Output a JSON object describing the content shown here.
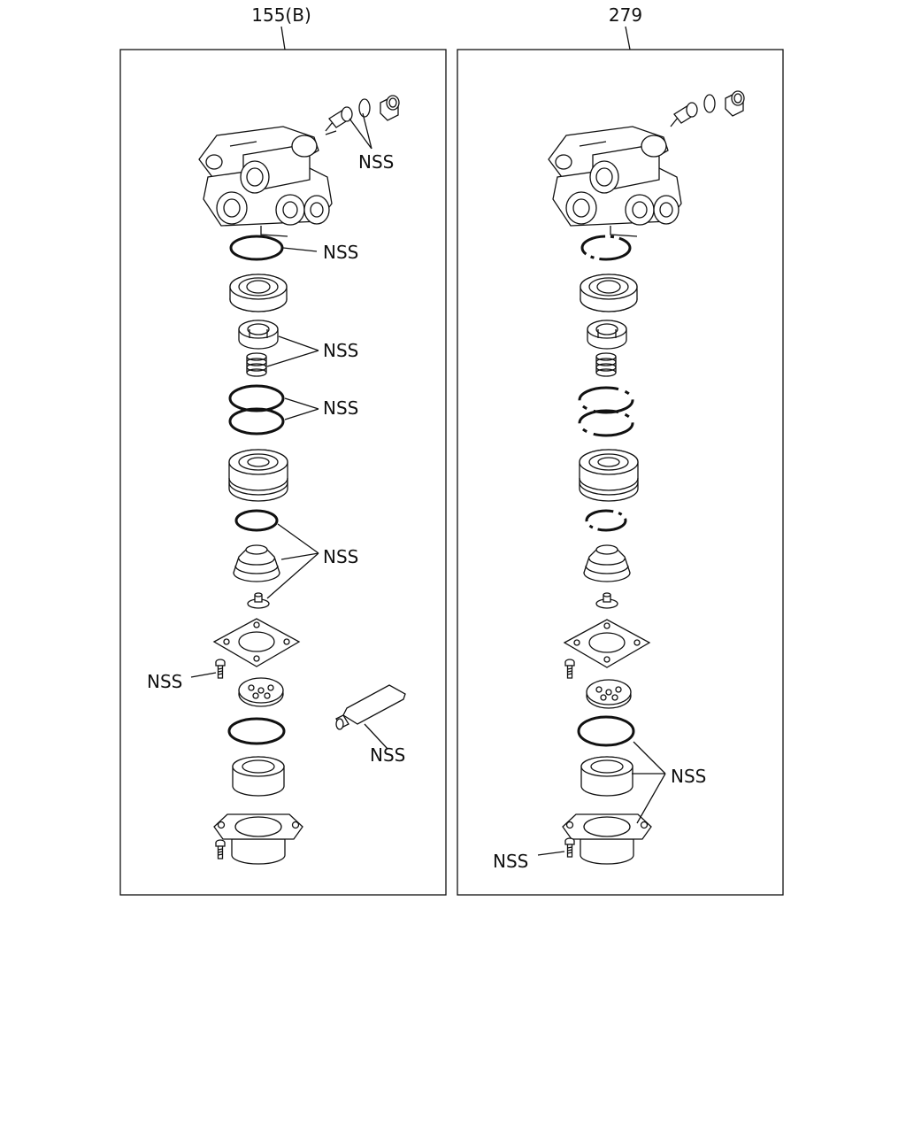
{
  "panels": [
    {
      "ref": "155(B)",
      "labels": [
        "NSS",
        "NSS",
        "NSS",
        "NSS",
        "NSS",
        "NSS",
        "NSS"
      ]
    },
    {
      "ref": "279",
      "labels": [
        "NSS",
        "NSS"
      ]
    }
  ]
}
